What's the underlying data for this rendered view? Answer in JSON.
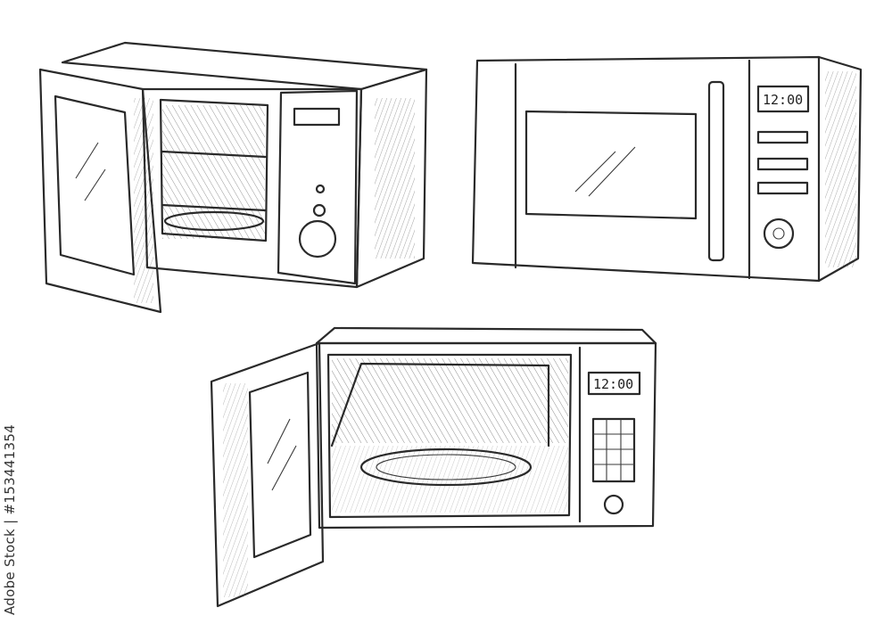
{
  "illustration": {
    "microwave_top_right": {
      "display": "12:00"
    },
    "microwave_bottom": {
      "display": "12:00"
    }
  },
  "credit": {
    "source": "Adobe Stock",
    "separator": "|",
    "id": "#153441354"
  },
  "colors": {
    "ink": "#2a2a2a",
    "background": "#ffffff"
  }
}
